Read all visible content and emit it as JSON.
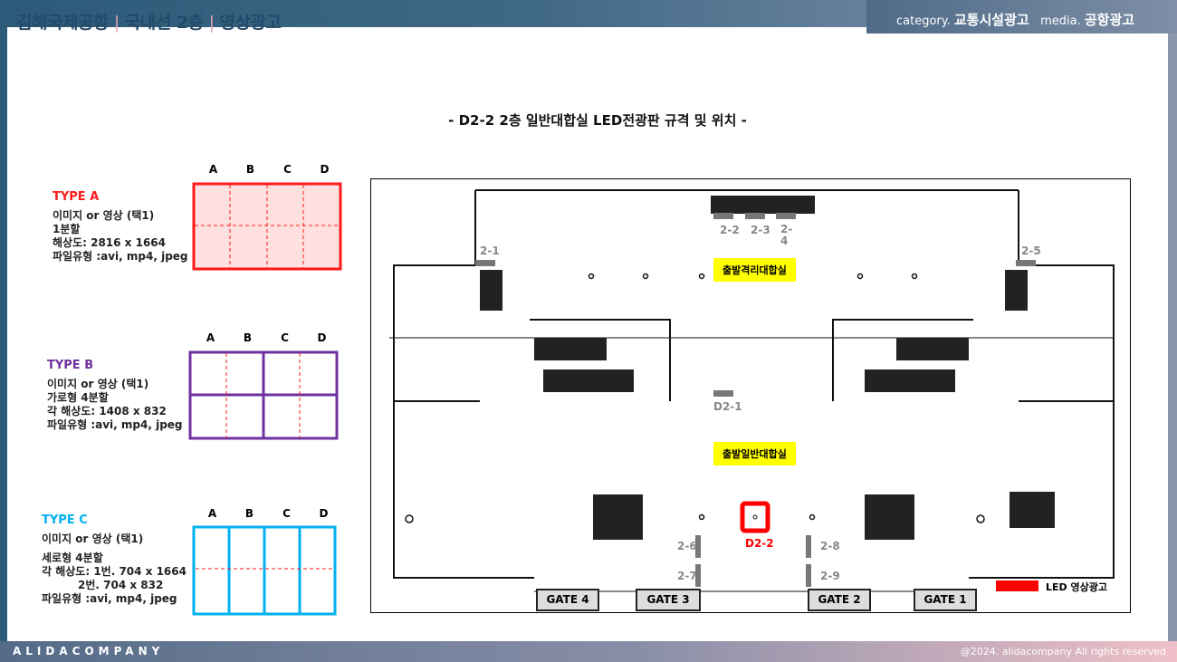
{
  "header": {
    "title_parts": [
      "김해국제공항",
      "국내선 2층",
      "영상광고"
    ],
    "category_label": "category.",
    "category_value": "교통시설광고",
    "media_label": "media.",
    "media_value": "공항광고"
  },
  "heading": "- D2-2 2층 일반대합실 LED전광판 규격 및 위치 -",
  "columns": [
    "A",
    "B",
    "C",
    "D"
  ],
  "types": [
    {
      "name": "TYPE A",
      "color": "#ff1a1a",
      "lines": [
        "이미지  or 영상 (택1)",
        "1분할",
        "해상도:  2816 x 1664",
        "파일유형  :avi, mp4, jpeg"
      ]
    },
    {
      "name": "TYPE B",
      "color": "#7030a0",
      "lines": [
        "이미지  or 영상 (택1)",
        "가로형  4분할",
        "각 해상도:   1408 x 832",
        "파일유형  :avi, mp4, jpeg"
      ]
    },
    {
      "name": "TYPE C",
      "color": "#00b0f0",
      "lines": [
        "이미지  or 영상 (택1)",
        "세로형 4분할",
        "각 해상도:  1번. 704 x 1664",
        "2번. 704 x 832",
        "파일유형  :avi, mp4, jpeg"
      ]
    }
  ],
  "map": {
    "zones": [
      "출발격리대합실",
      "출발일반대합실"
    ],
    "spots": [
      "2-2",
      "2-3",
      "2-4",
      "2-1",
      "2-5",
      "D2-1",
      "2-6",
      "2-7",
      "2-8",
      "2-9"
    ],
    "highlight": "D2-2",
    "gates": [
      "GATE 4",
      "GATE 3",
      "GATE 2",
      "GATE 1"
    ],
    "legend": "LED 영상광고",
    "highlight_color": "#ff0000"
  },
  "footer": {
    "brand": "ALIDACOMPANY",
    "copyright": "@2024. alidacompany All rights reserved"
  }
}
